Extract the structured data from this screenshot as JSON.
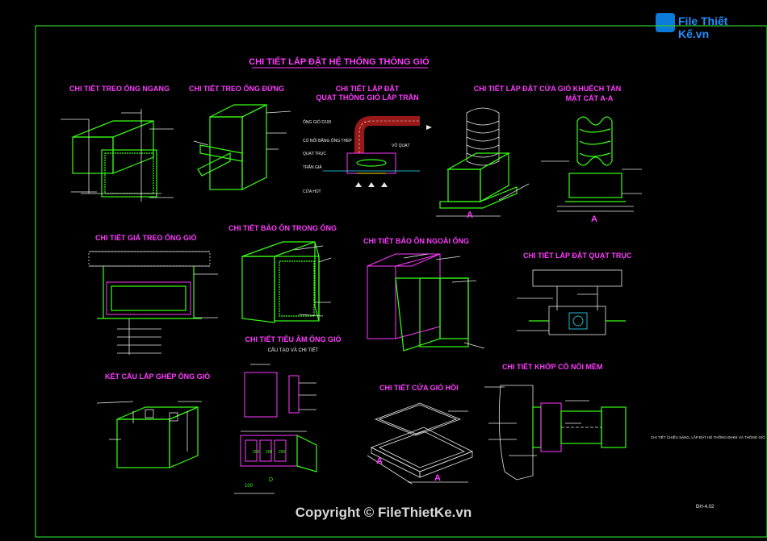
{
  "brand": {
    "logo_text": "File Thiết Kế.vn",
    "colors": {
      "lines": "#39ff14",
      "titles": "#ff3cff",
      "dims": "#ffe400",
      "frame": "#2ecc2e",
      "background": "#000000"
    }
  },
  "main_title": "CHI TIẾT LẮP ĐẶT HỆ THỐNG THÔNG GIÓ",
  "sections": {
    "s1": "CHI TIẾT TREO ỐNG NGANG",
    "s2": "CHI TIẾT TREO ỐNG ĐỨNG",
    "s3a": "CHI TIẾT LẮP ĐẶT",
    "s3b": "QUẠT THÔNG GIÓ LẮP TRẦN",
    "s4": "CHI TIẾT LẮP ĐẶT CỬA GIÓ KHUẾCH TÁN",
    "s4b": "MẶT CẮT A-A",
    "s5": "CHI TIẾT GIÁ TREO ỐNG GIÓ",
    "s6": "CHI TIẾT BẢO ÔN TRONG ỐNG",
    "s7": "CHI TIẾT BẢO ÔN NGOÀI ỐNG",
    "s8": "CHI TIẾT LẮP ĐẶT QUẠT TRỤC",
    "s9a": "CHI TIẾT TIÊU ÂM ỐNG GIÓ",
    "s9b": "CẤU TẠO VÀ CHI TIẾT",
    "s10": "KẾT CẤU LẮP GHÉP ỐNG GIÓ",
    "s11": "CHI TIẾT CỬA GIÓ HỒI",
    "s12": "CHI TIẾT KHỚP CỔ NỐI MỀM"
  },
  "labels": {
    "fan_duct": "ỐNG GIÓ D100",
    "fan_neck": "CỔ NỐI BẰNG ỐNG THÉP",
    "fan_shaft": "QUẠT TRỤC",
    "fan_filter": "TRẦN GIẢ",
    "fan_intake": "CỬA HÚT",
    "fan_motor": "VỎ QUẠT",
    "dim_a": "A",
    "dim_d": "D",
    "dims_top": [
      "200",
      "200",
      "200"
    ],
    "dim_side": "100",
    "note_right": "CHI TIẾT CHIẾU SÁNG, LẮP ĐẶT HỆ THỐNG ĐHKK VÀ THÔNG GIÓ",
    "drawing_no": "ĐH-4.02"
  },
  "copyright": "Copyright © FileThietKe.vn"
}
